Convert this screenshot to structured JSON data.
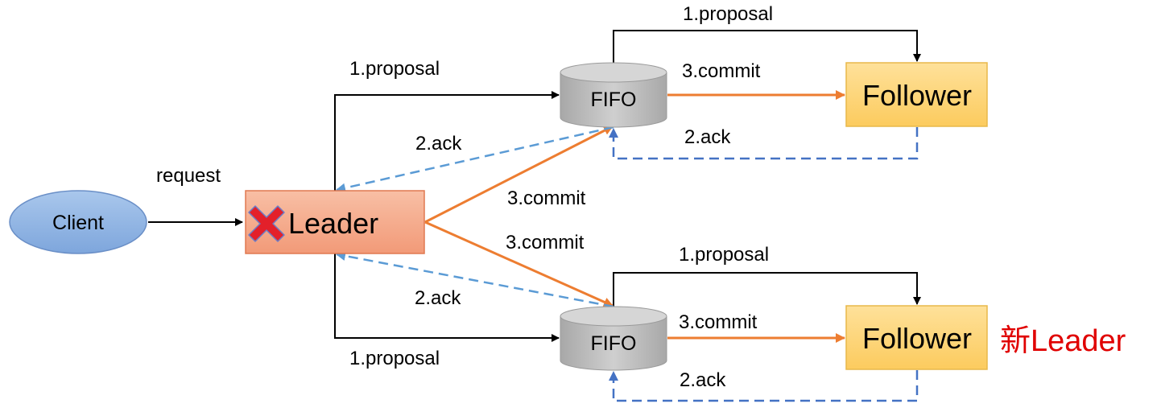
{
  "colors": {
    "client_fill": "#8FB4E3",
    "client_stroke": "#6A8FC7",
    "leader_fill": "#F4A98C",
    "leader_stroke": "#E07850",
    "follower_fill": "#FDD67A",
    "follower_stroke": "#E8B84A",
    "fifo_fill": "#B9B9B9",
    "fifo_top": "#D6D6D6",
    "black_arrow": "#000000",
    "orange_arrow": "#ED7D31",
    "ack_dashed": "#5B9BD5",
    "ack_dashed_dark": "#4472C4",
    "cross": "#E3202A",
    "new_leader": "#E00000"
  },
  "nodes": {
    "client": "Client",
    "leader": "Leader",
    "fifo_top": "FIFO",
    "fifo_bottom": "FIFO",
    "follower_top": "Follower",
    "follower_bottom": "Follower",
    "new_leader": "新Leader"
  },
  "icons": {
    "leader_failed": "red-x-cross-icon"
  },
  "labels": {
    "request": "request",
    "proposal_leader_top": "1.proposal",
    "proposal_leader_bottom": "1.proposal",
    "proposal_fifo_top": "1.proposal",
    "proposal_fifo_bottom": "1.proposal",
    "ack_leader_top": "2.ack",
    "ack_leader_bottom": "2.ack",
    "ack_follower_top": "2.ack",
    "ack_follower_bottom": "2.ack",
    "commit_leader_top": "3.commit",
    "commit_leader_bottom": "3.commit",
    "commit_fifo_top": "3.commit",
    "commit_fifo_bottom": "3.commit"
  }
}
